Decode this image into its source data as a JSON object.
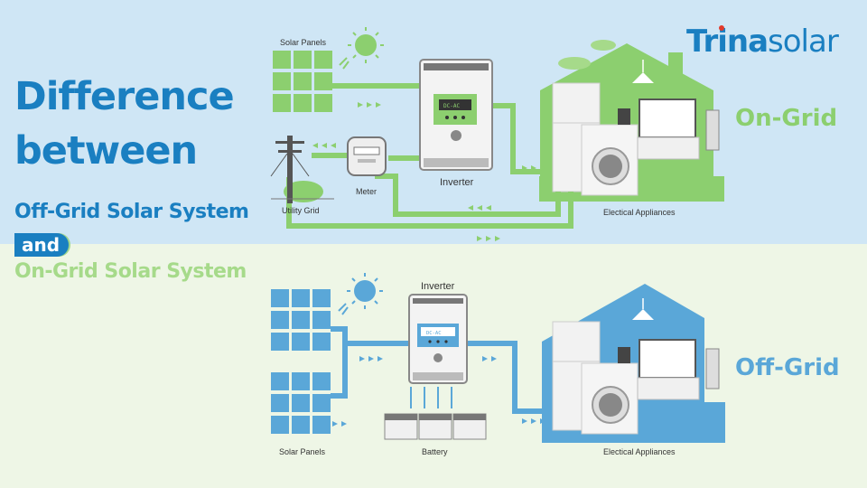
{
  "title": {
    "line1": "Difference",
    "line2": "between",
    "off_grid_system": "Off-Grid Solar System",
    "and": "and",
    "on_grid_system": "On-Grid Solar System"
  },
  "brand": {
    "bold": "Trina",
    "regular": "solar"
  },
  "on_grid": {
    "heading": "On-Grid",
    "labels": {
      "solar_panels": "Solar Panels",
      "utility_grid": "Utility Grid",
      "meter": "Meter",
      "inverter": "Inverter",
      "appliances": "Electical Appliances"
    },
    "inverter_screen": "DC-AC"
  },
  "off_grid": {
    "heading": "Off-Grid",
    "labels": {
      "solar_panels": "Solar Panels",
      "inverter": "Inverter",
      "battery": "Battery",
      "appliances": "Electical Appliances"
    },
    "inverter_screen": "DC-AC"
  },
  "colors": {
    "on_accent": "#8ccf6f",
    "off_accent": "#5aa7d8",
    "title_blue": "#1a7fc1",
    "top_bg": "#cfe6f5",
    "bottom_bg": "#eef6e6"
  }
}
